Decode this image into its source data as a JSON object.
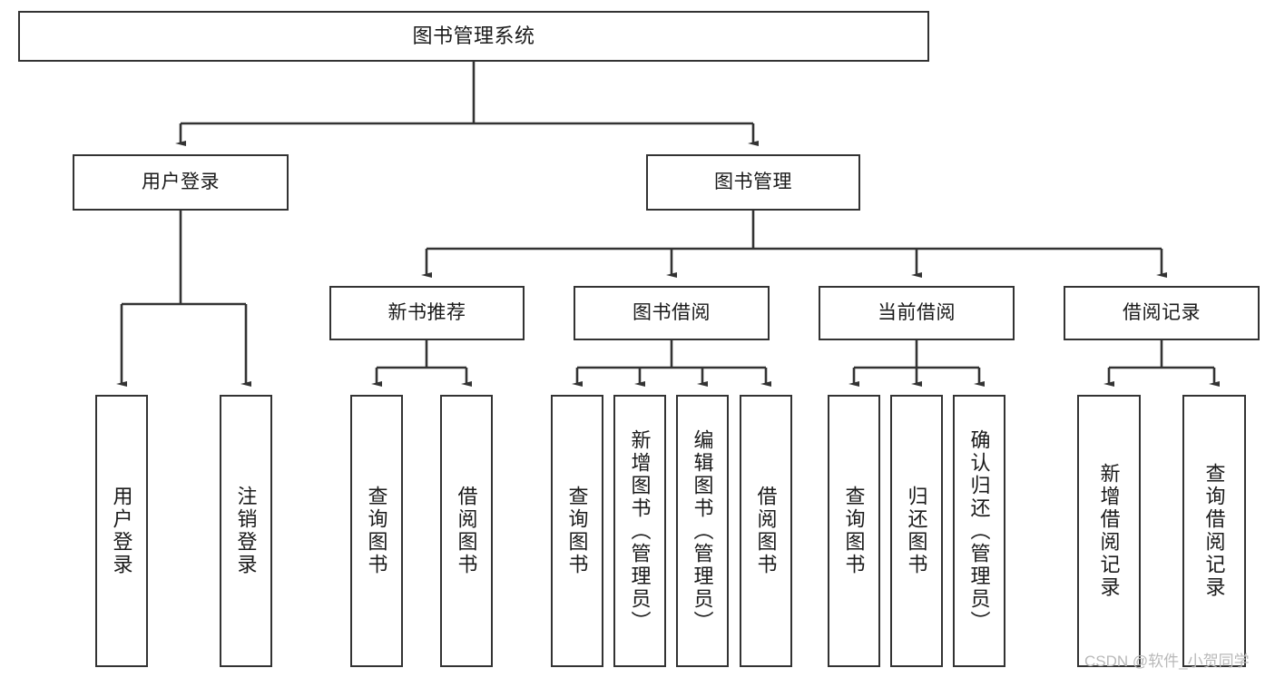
{
  "diagram": {
    "type": "tree-hierarchy",
    "title": "图书管理系统",
    "root": {
      "label": "图书管理系统"
    },
    "level2": [
      {
        "label": "用户登录"
      },
      {
        "label": "图书管理"
      }
    ],
    "level3": [
      {
        "label": "新书推荐"
      },
      {
        "label": "图书借阅"
      },
      {
        "label": "当前借阅"
      },
      {
        "label": "借阅记录"
      }
    ],
    "leaves": {
      "user_login": [
        {
          "label": "用户登录"
        },
        {
          "label": "注销登录"
        }
      ],
      "new_book_recommend": [
        {
          "label": "查询图书"
        },
        {
          "label": "借阅图书"
        }
      ],
      "book_borrow": [
        {
          "label": "查询图书"
        },
        {
          "label": "新增图书（管理员）"
        },
        {
          "label": "编辑图书（管理员）"
        },
        {
          "label": "借阅图书"
        }
      ],
      "current_borrow": [
        {
          "label": "查询图书"
        },
        {
          "label": "归还图书"
        },
        {
          "label": "确认归还（管理员）"
        }
      ],
      "borrow_record": [
        {
          "label": "新增借阅记录"
        },
        {
          "label": "查询借阅记录"
        }
      ]
    }
  },
  "watermark": {
    "text": "CSDN @软件_小贺同学"
  },
  "colors": {
    "stroke": "#333333",
    "box_fill": "#ffffff",
    "text": "#1a1a1a",
    "watermark": "#b9b9b9",
    "page_background": "#ffffff"
  }
}
